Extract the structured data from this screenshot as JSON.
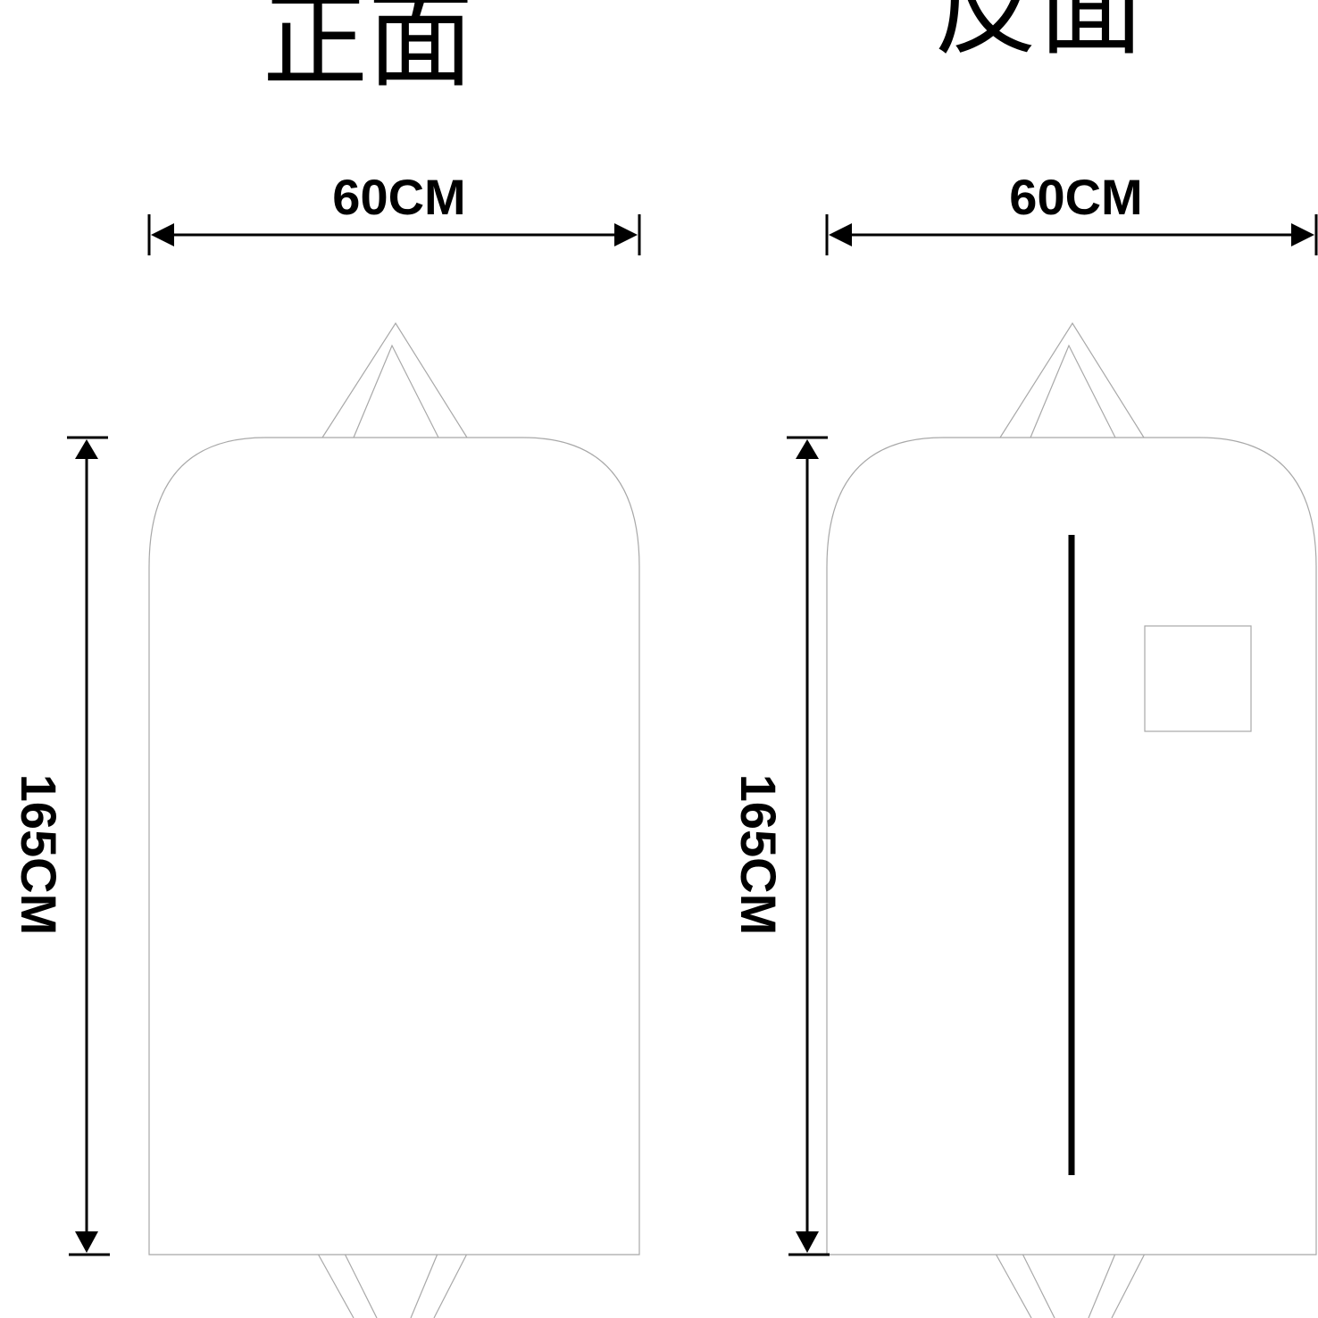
{
  "front": {
    "title": "正面",
    "width_label": "60CM",
    "height_label": "165CM"
  },
  "back": {
    "title": "反面",
    "width_label": "60CM",
    "height_label": "165CM"
  }
}
